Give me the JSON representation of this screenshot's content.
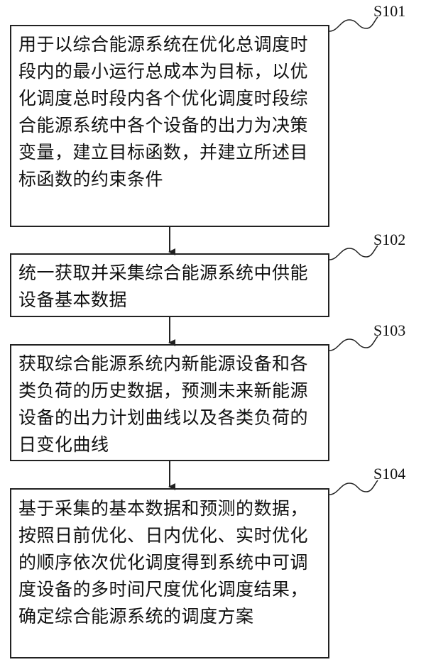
{
  "steps": [
    {
      "id": "S101",
      "text": "用于以综合能源系统在优化总调度时段内的最小运行总成本为目标，以优化调度总时段内各个优化调度时段综合能源系统中各个设备的出力为决策变量，建立目标函数，并建立所述目标函数的约束条件"
    },
    {
      "id": "S102",
      "text": "统一获取并采集综合能源系统中供能设备基本数据"
    },
    {
      "id": "S103",
      "text": "获取综合能源系统内新能源设备和各类负荷的历史数据，预测未来新能源设备的出力计划曲线以及各类负荷的日变化曲线"
    },
    {
      "id": "S104",
      "text": "基于采集的基本数据和预测的数据，按照日前优化、日内优化、实时优化的顺序依次优化调度得到系统中可调度设备的多时间尺度优化调度结果，确定综合能源系统的调度方案"
    }
  ]
}
